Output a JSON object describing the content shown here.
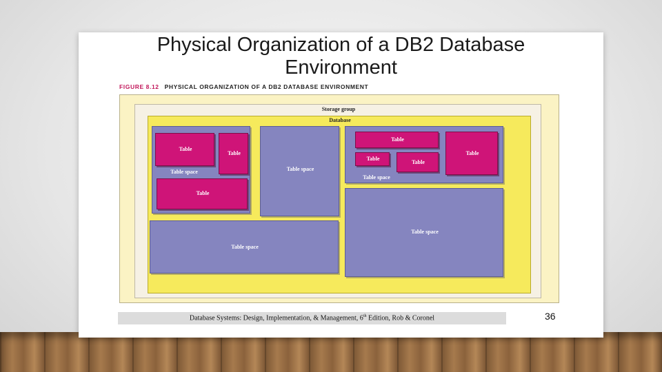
{
  "slide": {
    "title_line1": "Physical Organization of a DB2 Database",
    "title_line2": "Environment",
    "figure_number": "FIGURE 8.12",
    "figure_caption": "PHYSICAL ORGANIZATION OF A DB2 DATABASE ENVIRONMENT",
    "footer_pre": "Database Systems: Design, Implementation, & Management, 6",
    "footer_sup": "th",
    "footer_post": " Edition, Rob & Coronel",
    "page_number": "36"
  },
  "diagram": {
    "storage_group": "Storage group",
    "database": "Database",
    "table": "Table",
    "table_space": "Table space"
  },
  "colors": {
    "outer_background": "#fbf3c4",
    "storage_group": "#f6f1e4",
    "database": "#f6ea5c",
    "table_space": "#8585bf",
    "table": "#cf1478"
  }
}
